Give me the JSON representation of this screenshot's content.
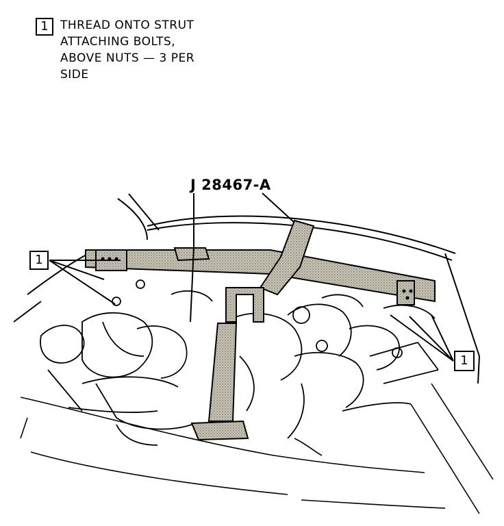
{
  "legend": {
    "number": "1",
    "text": "THREAD ONTO STRUT\nATTACHING BOLTS,\nABOVE NUTS — 3 PER\nSIDE"
  },
  "tool": {
    "label": "J 28467-A"
  },
  "callouts": {
    "left": "1",
    "right": "1"
  },
  "colors": {
    "ink": "#000000",
    "paper": "#ffffff",
    "tool_fill": "#b9b4a4"
  }
}
